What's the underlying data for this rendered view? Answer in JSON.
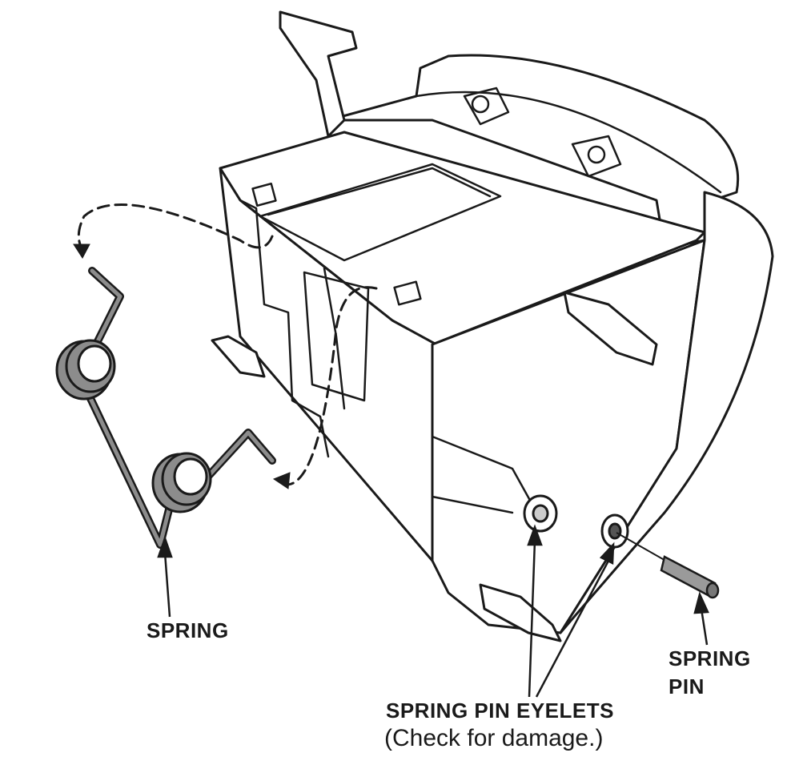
{
  "labels": {
    "spring": "SPRING",
    "spring_pin_line1": "SPRING",
    "spring_pin_line2": "PIN",
    "eyelets": "SPRING PIN EYELETS",
    "eyelets_note": "(Check for damage.)"
  },
  "colors": {
    "line": "#1a1a1a",
    "part_fill": "#ffffff",
    "spring_fill": "#8c8c8c",
    "pin_fill": "#9a9a9a"
  }
}
